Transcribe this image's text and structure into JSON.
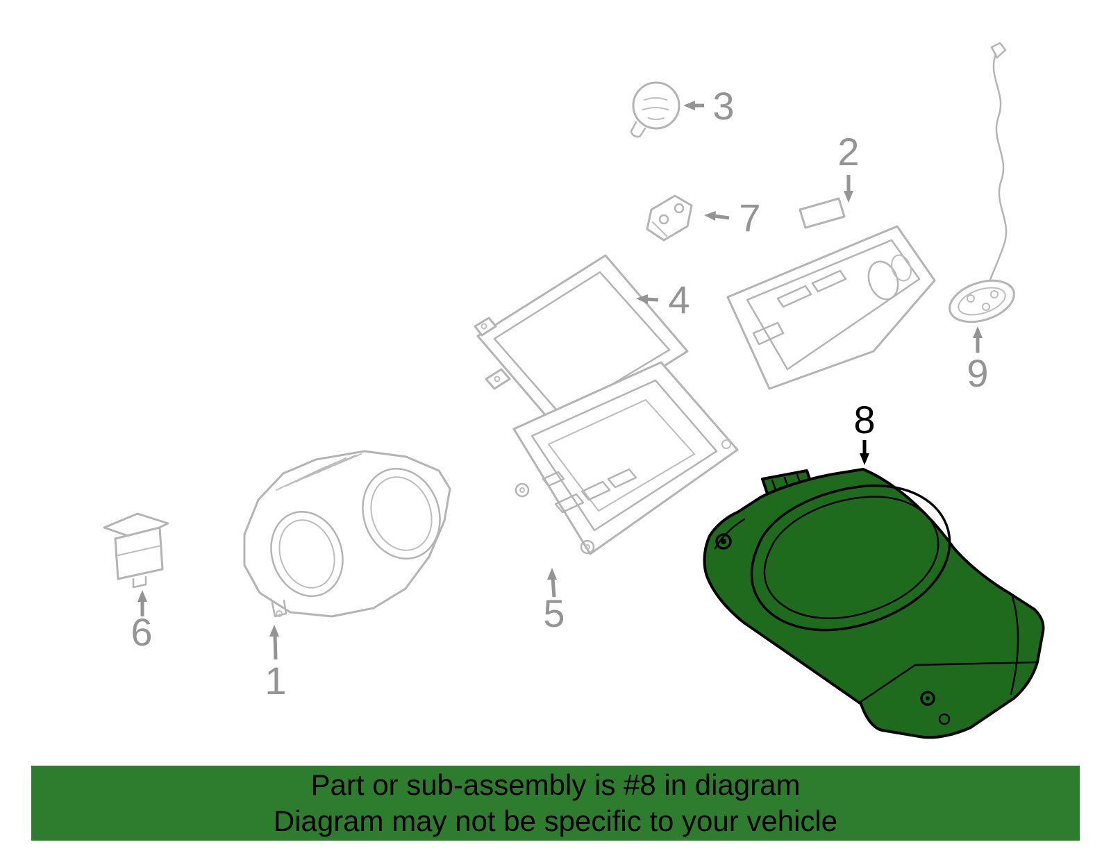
{
  "diagram": {
    "callouts": {
      "c1": "1",
      "c2": "2",
      "c3": "3",
      "c4": "4",
      "c5": "5",
      "c6": "6",
      "c7": "7",
      "c8": "8",
      "c9": "9"
    },
    "highlighted_part": "8"
  },
  "banner": {
    "line1": "Part or sub-assembly is #8 in diagram",
    "line2": "Diagram may not be specific to your vehicle"
  },
  "colors": {
    "highlight_part_green": "#1e6b1e",
    "banner_green": "#2e7d2e",
    "drawing_line_gray": "#b4b4b4",
    "callout_gray": "#949494",
    "callout_black": "#000000"
  }
}
